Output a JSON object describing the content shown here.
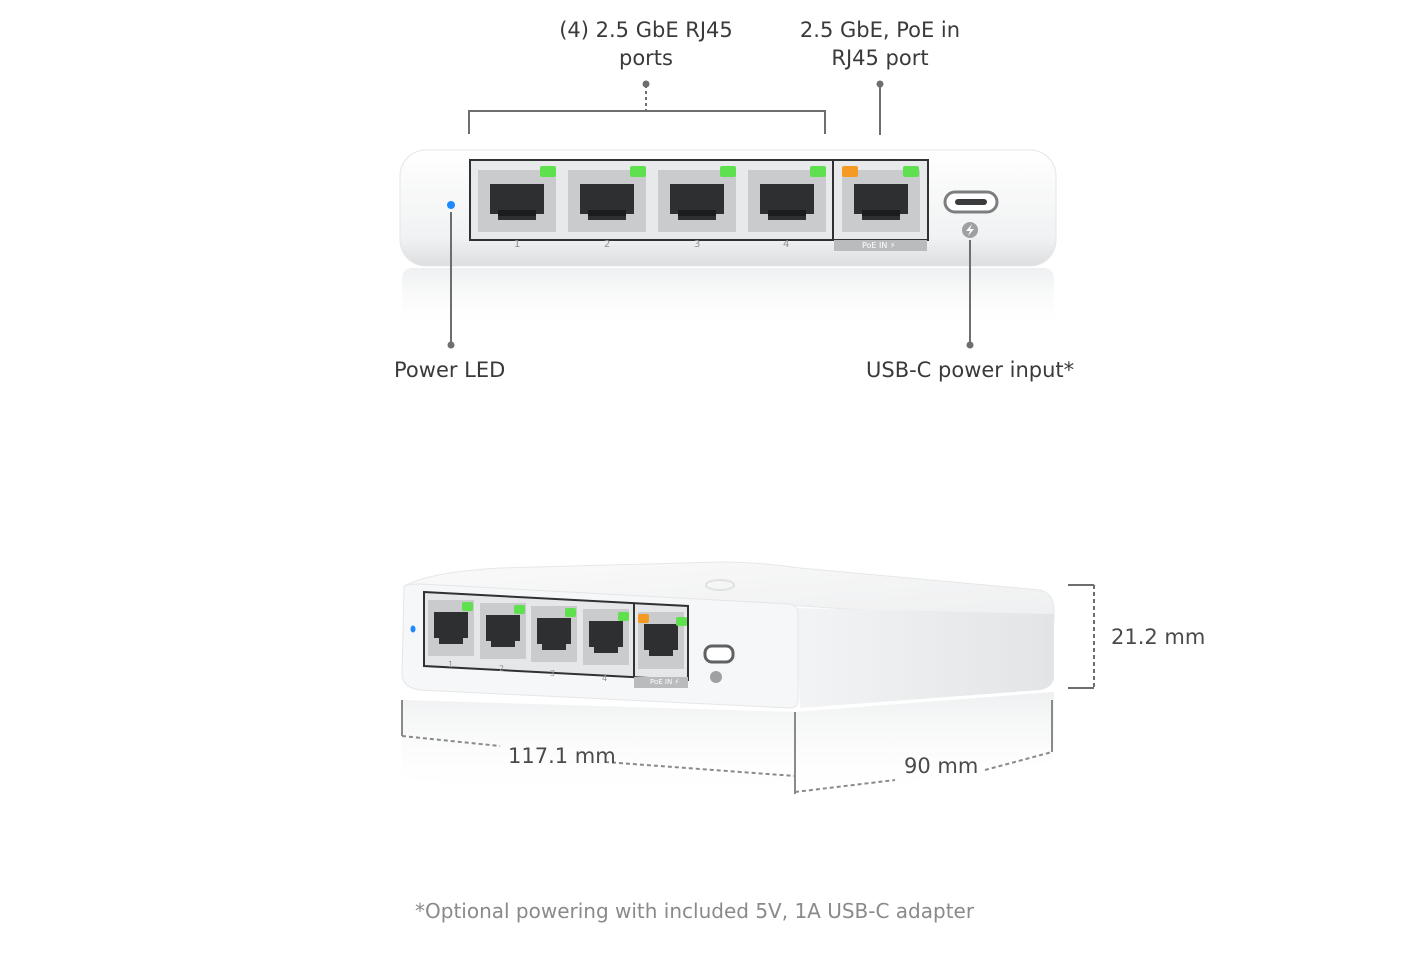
{
  "callouts": {
    "ports_label_line1": "(4) 2.5 GbE RJ45",
    "ports_label_line2": "ports",
    "poe_label_line1": "2.5 GbE, PoE in",
    "poe_label_line2": "RJ45 port",
    "power_led": "Power LED",
    "usbc_power": "USB-C power input*"
  },
  "device_front": {
    "port_numbers": [
      "1",
      "2",
      "3",
      "4"
    ],
    "poe_tag": "PoE IN ⚡"
  },
  "device_iso": {
    "port_numbers": [
      "1",
      "2",
      "3",
      "4"
    ],
    "poe_tag": "PoE IN ⚡"
  },
  "dimensions": {
    "height": "21.2 mm",
    "width": "117.1 mm",
    "depth": "90 mm"
  },
  "footnote": "*Optional powering with included 5V, 1A USB-C adapter",
  "colors": {
    "led_green": "#5ee04f",
    "led_orange": "#f59a23",
    "power_led": "#1e88ff",
    "device_body": "#f4f5f6"
  }
}
